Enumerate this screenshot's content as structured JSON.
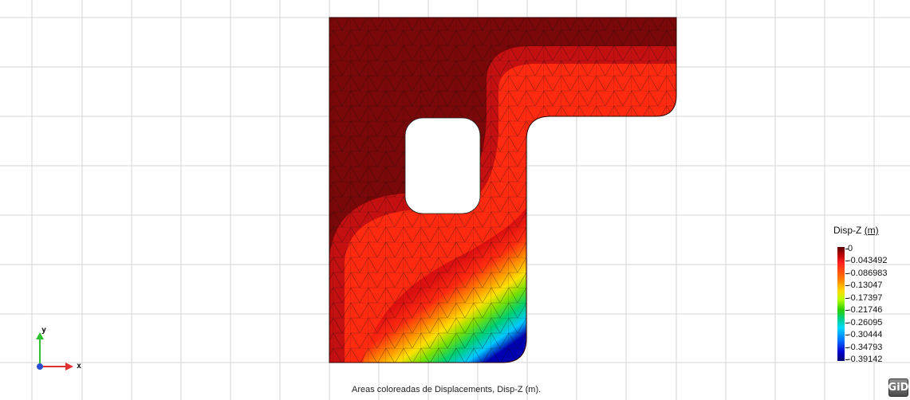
{
  "legend": {
    "title": "Disp-Z",
    "unit": "(m)",
    "labels": [
      "0",
      "-0.043492",
      "-0.086983",
      "-0.13047",
      "-0.17397",
      "-0.21746",
      "-0.26095",
      "-0.30444",
      "-0.34793",
      "-0.39142"
    ],
    "colors": {
      "max": "#5a0000",
      "high": "#ff2020",
      "mid": "#ffd800",
      "low_mid": "#2bd000",
      "low": "#00d8ff",
      "min": "#000070"
    }
  },
  "caption": "Areas coloreadas de Displacements, Disp-Z (m).",
  "axes": {
    "x_label": "x",
    "y_label": "y",
    "x_color": "#e03030",
    "y_color": "#30c030"
  },
  "logo": "GiD"
}
